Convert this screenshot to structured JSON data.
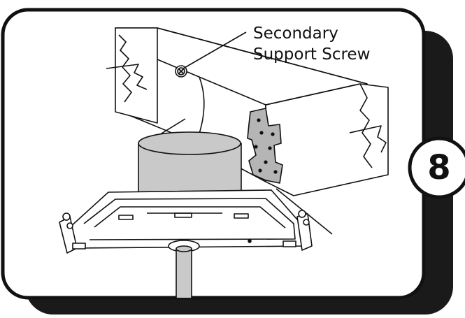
{
  "callout": {
    "line1": "Secondary",
    "line2": "Support Screw"
  },
  "step": {
    "number": "8"
  },
  "colors": {
    "frame_shadow": "#1a1a1a",
    "frame_face": "#ffffff",
    "outline": "#111111",
    "can_fill": "#c9c9c9",
    "bracket_fill": "#b5b5b5"
  },
  "icons": {
    "step_badge": "circle-badge",
    "screw": "screw-icon"
  }
}
